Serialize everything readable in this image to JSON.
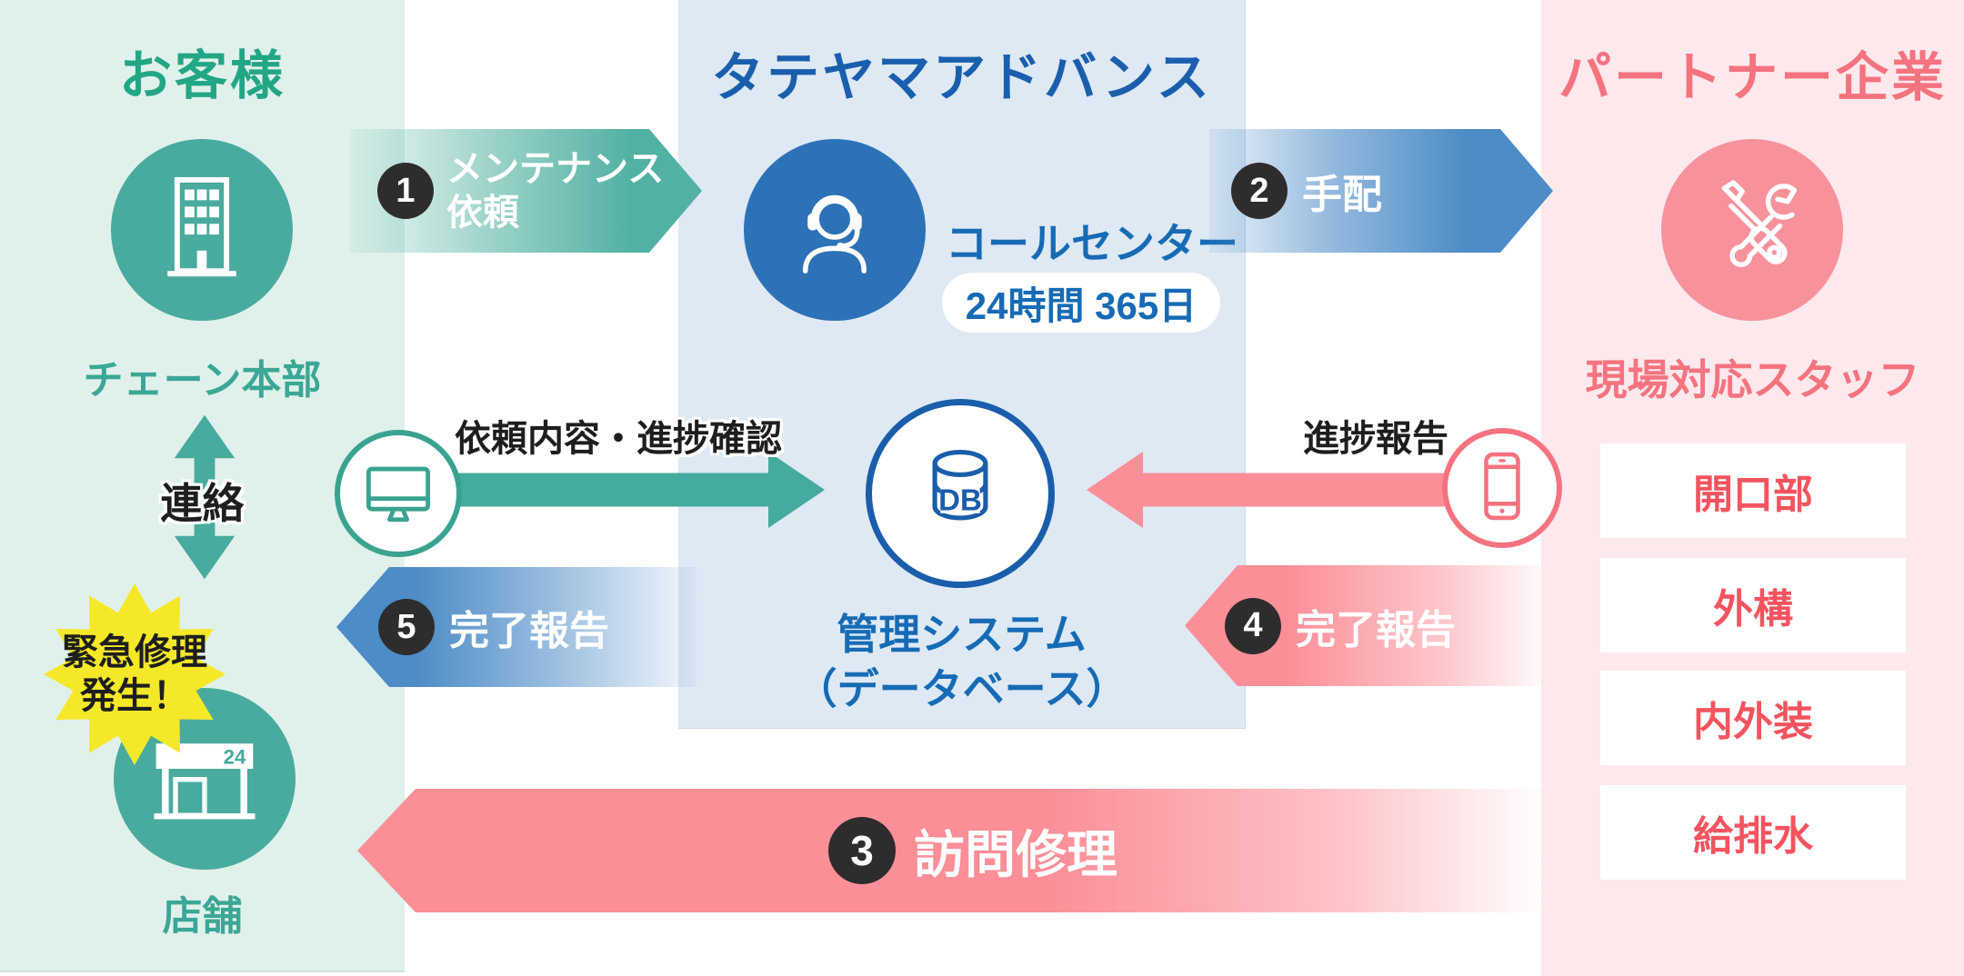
{
  "palette": {
    "teal": "#49ab9e",
    "teal_title": "#23a685",
    "blue_circle": "#2d72b7",
    "blue_title": "#1a5fad",
    "blue_arrow": "#4d8cc7",
    "blue_text": "#176bb5",
    "pink_circle": "#f7929d",
    "pink_title": "#f4737f",
    "pink_arrow": "#fb8e97",
    "pink_list_text": "#f4545f",
    "badge_black": "#2e2c2c",
    "burst_yellow": "#f5e829",
    "bg_mint": "#e0f1ec",
    "bg_blue": "#dee9f4",
    "bg_pink": "#fde8ec"
  },
  "customer": {
    "title": "お客様",
    "hq_label": "チェーン本部",
    "contact_label": "連絡",
    "emergency": {
      "line1": "緊急修理",
      "line2": "発生！"
    },
    "store_label": "店舗",
    "store_sign": "24"
  },
  "company": {
    "title": "タテヤマアドバンス",
    "call_center_label": "コールセンター",
    "hours_badge": "24時間 365日",
    "db_label": "DB",
    "system_label": {
      "line1": "管理システム",
      "line2": "（データベース）"
    }
  },
  "partner": {
    "title": "パートナー企業",
    "staff_label": "現場対応スタッフ",
    "categories": [
      "開口部",
      "外構",
      "内外装",
      "給排水"
    ]
  },
  "flows": {
    "step1": {
      "num": "1",
      "line1": "メンテナンス",
      "line2": "依頼"
    },
    "step2": {
      "num": "2",
      "label": "手配"
    },
    "step3": {
      "num": "3",
      "label": "訪問修理"
    },
    "step4": {
      "num": "4",
      "label": "完了報告"
    },
    "step5": {
      "num": "5",
      "label": "完了報告"
    },
    "request_check_label": "依頼内容・進捗確認",
    "progress_report_label": "進捗報告"
  }
}
